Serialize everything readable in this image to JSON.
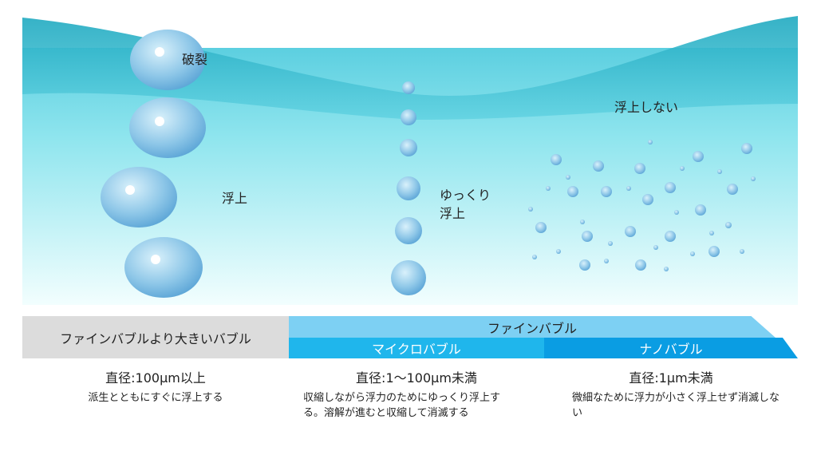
{
  "scene_labels": {
    "burst": "破裂",
    "rise": "浮上",
    "slow_rise_1": "ゆっくり",
    "slow_rise_2": "浮上",
    "no_rise": "浮上しない"
  },
  "categories": {
    "larger": "ファインバブルより大きいバブル",
    "fine": "ファインバブル",
    "micro": "マイクロバブル",
    "nano": "ナノバブル"
  },
  "columns": [
    {
      "diameter": "直径:100μm以上",
      "description": "派生とともにすぐに浮上する"
    },
    {
      "diameter": "直径:1〜100μm未満",
      "description": "収縮しながら浮力のためにゆっくり浮上する。溶解が進むと収縮して消滅する"
    },
    {
      "diameter": "直径:1μm未満",
      "description": "微細なために浮力が小さく浮上せず消滅しない"
    }
  ],
  "colors": {
    "gray": "#dcdcdc",
    "fine": "#7dd0f3",
    "micro": "#1fb6ec",
    "nano": "#0a9de3",
    "water_top": "#4cc6d8",
    "water_bottom": "#eafdfd"
  }
}
